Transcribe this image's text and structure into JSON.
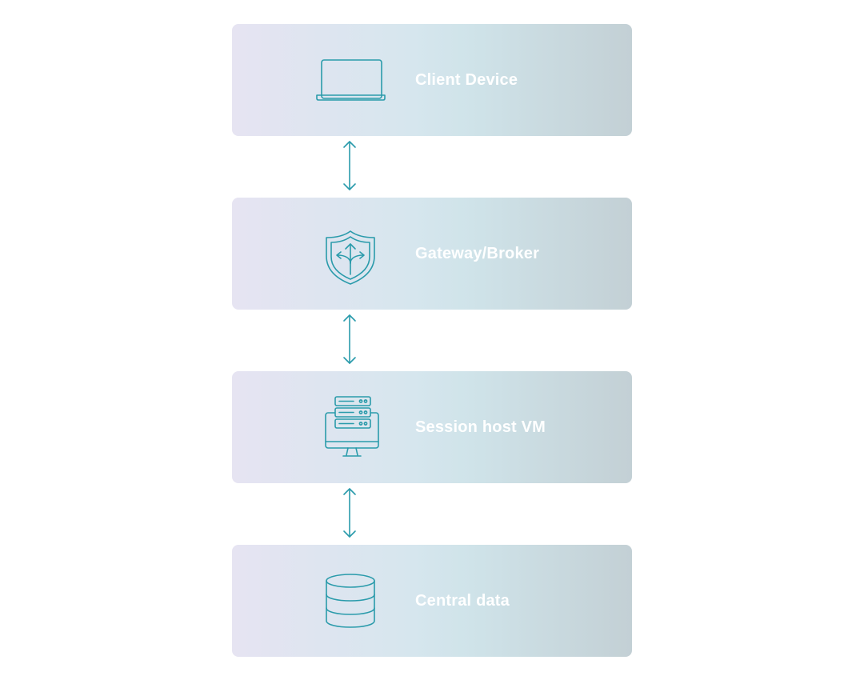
{
  "accent_color": "#2a9bab",
  "label_color": "#ffffff",
  "nodes": [
    {
      "label": "Client Device",
      "icon": "laptop-icon"
    },
    {
      "label": "Gateway/Broker",
      "icon": "shield-arrows-icon"
    },
    {
      "label": "Session host VM",
      "icon": "server-monitor-icon"
    },
    {
      "label": "Central data",
      "icon": "database-icon"
    }
  ],
  "connections": [
    {
      "from": "Client Device",
      "to": "Gateway/Broker",
      "direction": "bidirectional"
    },
    {
      "from": "Gateway/Broker",
      "to": "Session host VM",
      "direction": "bidirectional"
    },
    {
      "from": "Session host VM",
      "to": "Central data",
      "direction": "bidirectional"
    }
  ]
}
